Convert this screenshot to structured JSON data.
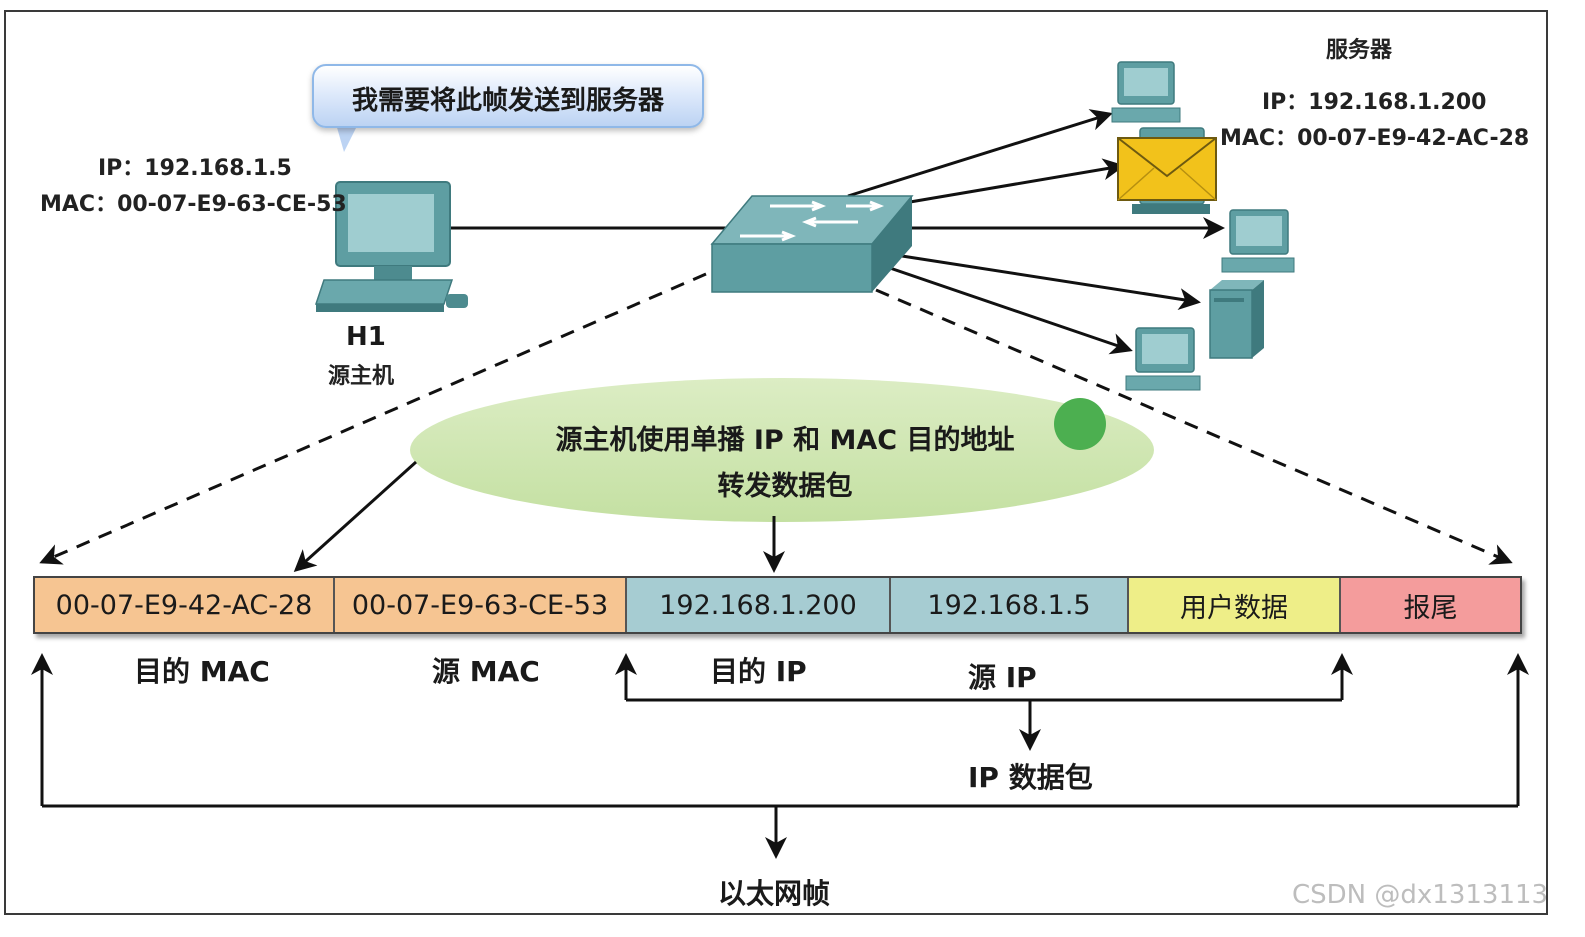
{
  "bubble": {
    "text": "我需要将此帧发送到服务器"
  },
  "source_host": {
    "ip": "IP：192.168.1.5",
    "mac": "MAC：00-07-E9-63-CE-53",
    "name": "H1",
    "role": "源主机"
  },
  "server": {
    "title": "服务器",
    "ip": "IP：192.168.1.200",
    "mac": "MAC：00-07-E9-42-AC-28"
  },
  "ellipse": {
    "line1": "源主机使用单播 IP 和 MAC 目的地址",
    "line2": "转发数据包"
  },
  "frame_fields": [
    {
      "text": "00-07-E9-42-AC-28",
      "color": "#f6c592"
    },
    {
      "text": "00-07-E9-63-CE-53",
      "color": "#f6c592"
    },
    {
      "text": "192.168.1.200",
      "color": "#a6ccd2"
    },
    {
      "text": "192.168.1.5",
      "color": "#a6ccd2"
    },
    {
      "text": "用户数据",
      "color": "#eeee88"
    },
    {
      "text": "报尾",
      "color": "#f49c9c"
    }
  ],
  "field_labels": {
    "dest_mac": "目的 MAC",
    "src_mac": "源 MAC",
    "dest_ip": "目的 IP",
    "src_ip": "源 IP"
  },
  "groups": {
    "ip_packet": "IP 数据包",
    "ethernet_frame": "以太网帧"
  },
  "watermark": "CSDN @dx1313113",
  "colors": {
    "device_teal": "#5e9ea2",
    "device_dark": "#3f7a7e",
    "envelope": "#f2c21b",
    "ellipse_fill": "#cfe6b2",
    "green_dot": "#4caf50"
  }
}
